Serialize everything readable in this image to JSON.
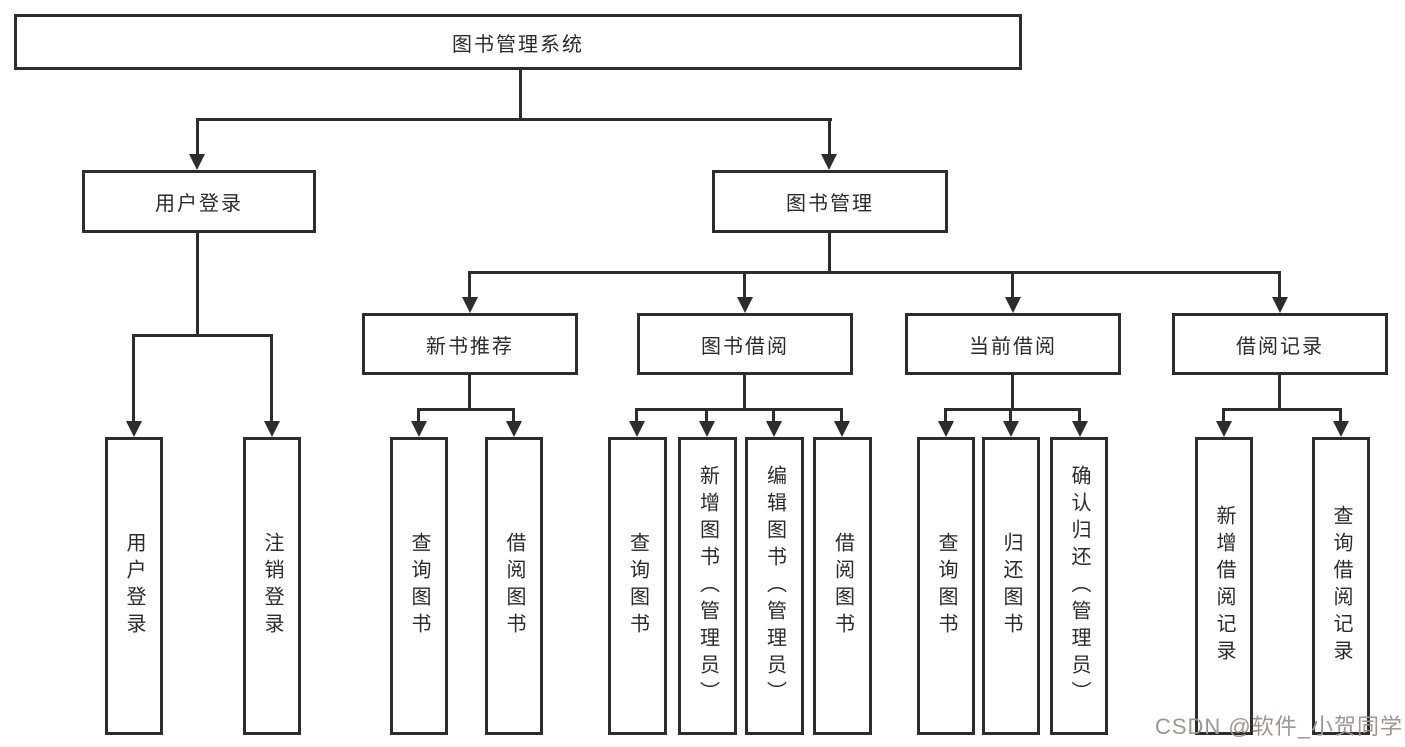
{
  "diagram": {
    "root": {
      "label": "图书管理系统"
    },
    "level2": [
      {
        "label": "用户登录",
        "leaves": [
          {
            "label": "用户登录"
          },
          {
            "label": "注销登录"
          }
        ]
      },
      {
        "label": "图书管理",
        "groups": [
          {
            "label": "新书推荐",
            "leaves": [
              {
                "label": "查询图书"
              },
              {
                "label": "借阅图书"
              }
            ]
          },
          {
            "label": "图书借阅",
            "leaves": [
              {
                "label": "查询图书"
              },
              {
                "label": "新增图书（管理员）"
              },
              {
                "label": "编辑图书（管理员）"
              },
              {
                "label": "借阅图书"
              }
            ]
          },
          {
            "label": "当前借阅",
            "leaves": [
              {
                "label": "查询图书"
              },
              {
                "label": "归还图书"
              },
              {
                "label": "确认归还（管理员）"
              }
            ]
          },
          {
            "label": "借阅记录",
            "leaves": [
              {
                "label": "新增借阅记录"
              },
              {
                "label": "查询借阅记录"
              }
            ]
          }
        ]
      }
    ]
  },
  "watermark": {
    "text": "CSDN @软件_小贺同学",
    "color": "#9e9595"
  },
  "colors": {
    "line": "#2d2d2d",
    "box_border": "#2d2d2d",
    "box_background": "#ffffff",
    "text": "#2b2b2b",
    "page_background": "#ffffff"
  }
}
